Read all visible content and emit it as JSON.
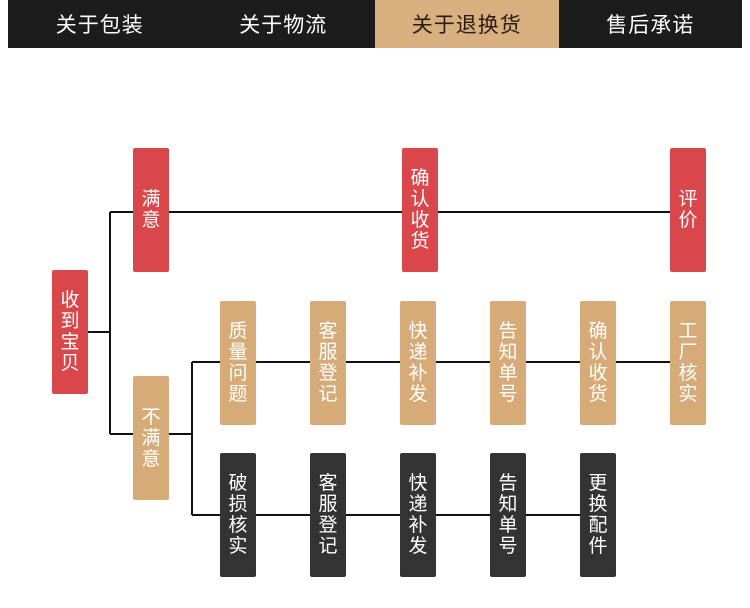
{
  "tabs": [
    {
      "label": "关于包装",
      "active": false
    },
    {
      "label": "关于物流",
      "active": false
    },
    {
      "label": "关于退换货",
      "active": true
    },
    {
      "label": "售后承诺",
      "active": false
    }
  ],
  "colors": {
    "tab_bar": "#1c1c1c",
    "tab_active": "#d8b07f",
    "red_node": "#d9474a",
    "tan_node": "#d6ab78",
    "dark_node": "#333333",
    "connector": "#111111"
  },
  "flow": {
    "start": "收到宝贝",
    "satisfied": {
      "label": "满意",
      "steps": [
        "确认收货",
        "评价"
      ]
    },
    "unsatisfied": {
      "label": "不满意",
      "quality_branch": [
        "质量问题",
        "客服登记",
        "快递补发",
        "告知单号",
        "确认收货",
        "工厂核实"
      ],
      "damage_branch": [
        "破损核实",
        "客服登记",
        "快递补发",
        "告知单号",
        "更换配件"
      ]
    }
  }
}
